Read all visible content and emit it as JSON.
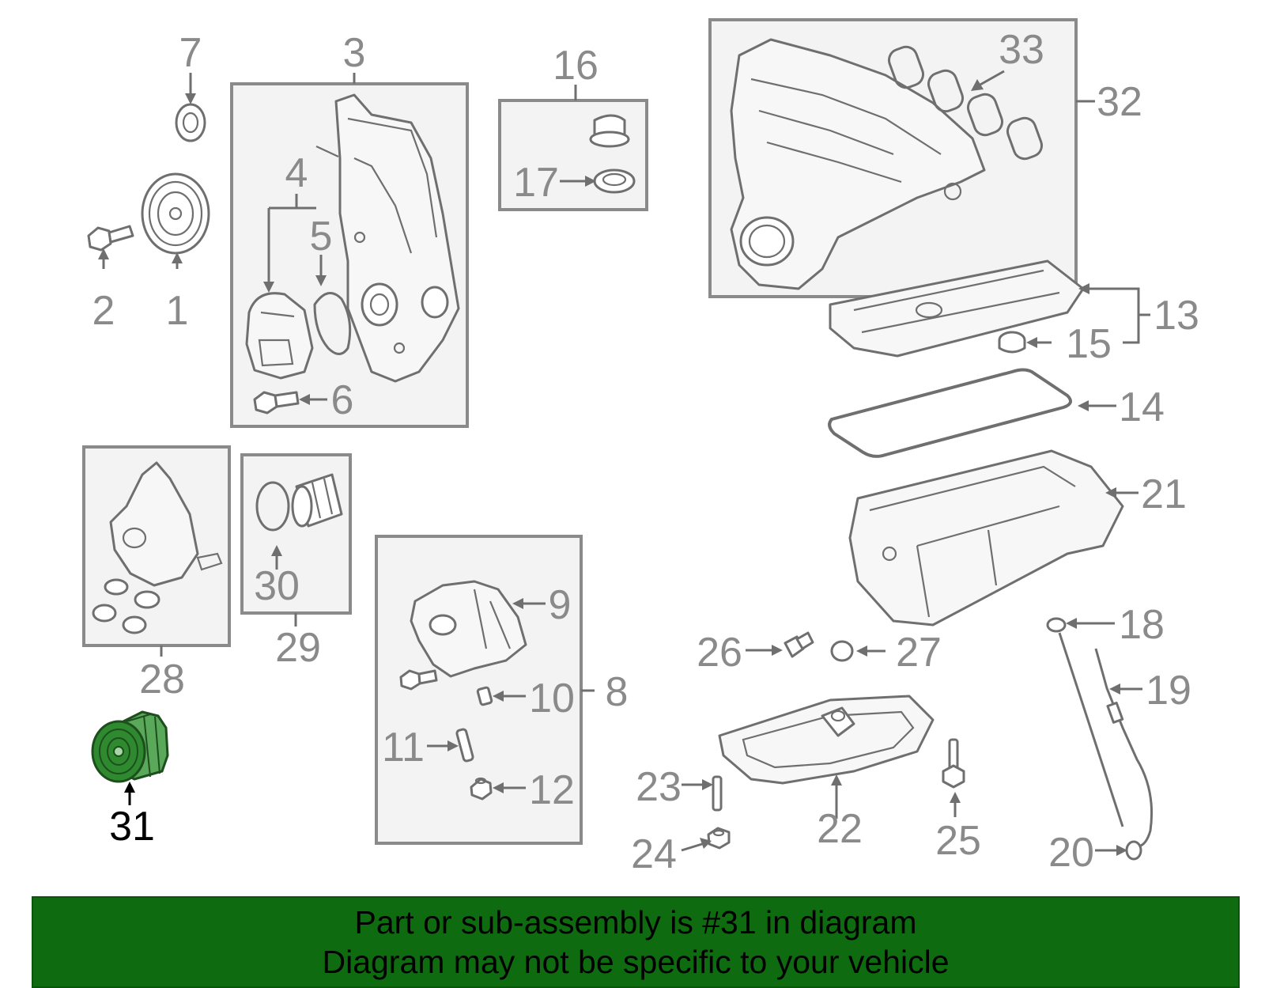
{
  "highlight": {
    "part_number": "31",
    "color": "#2f8a2f"
  },
  "callouts": [
    "1",
    "2",
    "3",
    "4",
    "5",
    "6",
    "7",
    "8",
    "9",
    "10",
    "11",
    "12",
    "13",
    "14",
    "15",
    "16",
    "17",
    "18",
    "19",
    "20",
    "21",
    "22",
    "23",
    "24",
    "25",
    "26",
    "27",
    "28",
    "29",
    "30",
    "31",
    "32",
    "33"
  ],
  "banner": {
    "line1": "Part or sub-assembly is #31 in diagram",
    "line2": "Diagram may not be specific to your vehicle",
    "background": "#0f6b0f"
  }
}
